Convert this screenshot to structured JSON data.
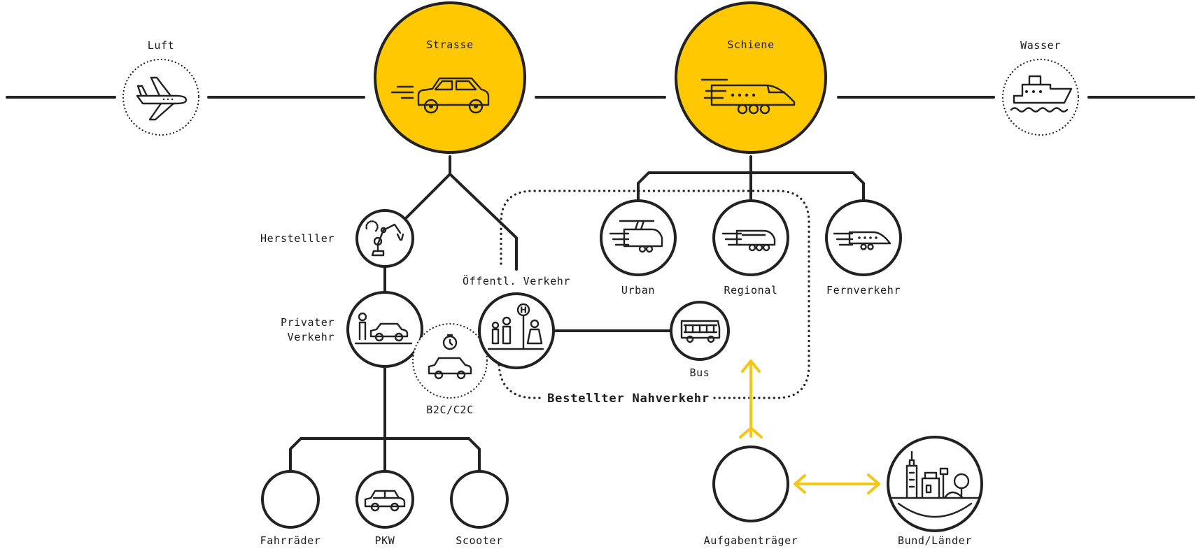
{
  "colors": {
    "accent": "#FFC800",
    "line": "#222222",
    "arrow": "#F5C518",
    "background": "#FFFFFF"
  },
  "nodes": {
    "luft": {
      "label": "Luft",
      "icon": "airplane-icon"
    },
    "strasse": {
      "label": "Strasse",
      "icon": "car-icon"
    },
    "schiene": {
      "label": "Schiene",
      "icon": "train-icon"
    },
    "wasser": {
      "label": "Wasser",
      "icon": "ship-icon"
    },
    "hersteller": {
      "label": "Herstelller",
      "icon": "robot-arm-icon"
    },
    "privater_verkehr": {
      "label_line1": "Privater",
      "label_line2": "Verkehr",
      "icon": "person-car-icon"
    },
    "b2c": {
      "label": "B2C/C2C",
      "icon": "carsharing-icon"
    },
    "oeffentl": {
      "label": "Öffentl. Verkehr",
      "icon": "bus-stop-people-icon"
    },
    "urban": {
      "label": "Urban",
      "icon": "tram-icon"
    },
    "regional": {
      "label": "Regional",
      "icon": "regional-train-icon"
    },
    "fernverkehr": {
      "label": "Fernverkehr",
      "icon": "high-speed-train-icon"
    },
    "bus": {
      "label": "Bus",
      "icon": "bus-icon"
    },
    "fahrraeder": {
      "label": "Fahrräder",
      "icon": ""
    },
    "pkw": {
      "label": "PKW",
      "icon": "car-icon"
    },
    "scooter": {
      "label": "Scooter",
      "icon": ""
    },
    "aufgabentraeger": {
      "label": "Aufgabenträger",
      "icon": ""
    },
    "bund_laender": {
      "label": "Bund/Länder",
      "icon": "city-icon"
    }
  },
  "region": {
    "label": "Bestellter Nahverkehr"
  }
}
